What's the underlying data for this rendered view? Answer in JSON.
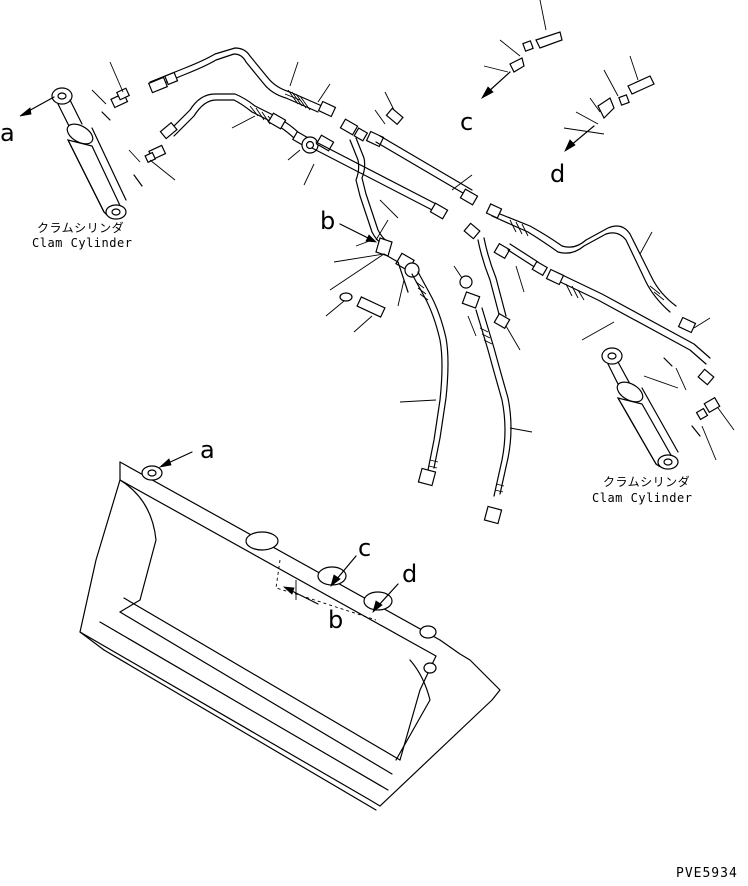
{
  "refs": {
    "a_top": "a",
    "a_bucket": "a",
    "b_pipe": "b",
    "b_bucket": "b",
    "c_top": "c",
    "c_bucket": "c",
    "d_top": "d",
    "d_bucket": "d"
  },
  "captions": {
    "left_jp": "クラムシリンダ",
    "left_en": "Clam Cylinder",
    "right_jp": "クラムシリンダ",
    "right_en": "Clam Cylinder"
  },
  "drawing_code": "PVE5934"
}
